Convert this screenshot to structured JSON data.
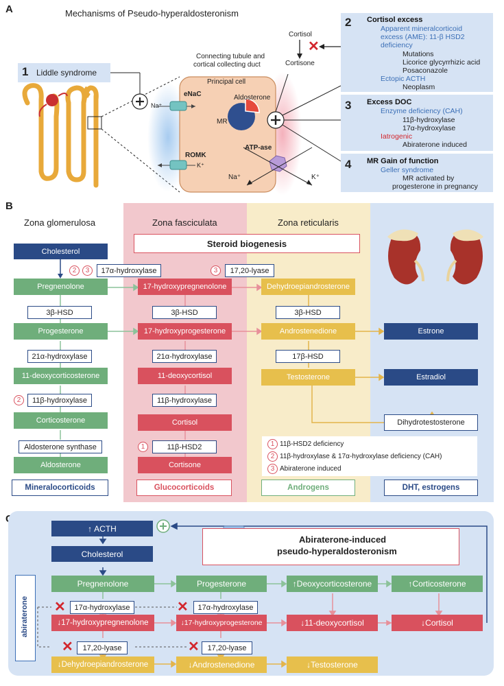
{
  "panelA": {
    "letter": "A",
    "title": "Mechanisms of Pseudo-hyperaldosteronism",
    "liddle": {
      "num": "1",
      "label": "Liddle syndrome"
    },
    "cell_caption_1": "Connecting tubule and",
    "cell_caption_2": "cortical collecting duct",
    "principal_cell": "Principal cell",
    "enac": "eNaC",
    "na_in": "Na⁺",
    "romk": "ROMK",
    "k_out": "K⁺",
    "aldosterone": "Aldosterone",
    "mr": "MR",
    "atpase": "ATP-ase",
    "na_plus": "Na⁺",
    "k_plus": "K⁺",
    "cortisol": "Cortisol",
    "cortisone": "Cortisone",
    "box2": {
      "num": "2",
      "head": "Cortisol excess",
      "l1": "Apparent mineralcorticoid",
      "l2": "excess (AME): 11-β HSD2",
      "l3": "deficiency",
      "l4": "Mutations",
      "l5": "Licorice glycyrrhizic acid",
      "l6": "Posaconazole",
      "l7": "Ectopic ACTH",
      "l8": "Neoplasm"
    },
    "box3": {
      "num": "3",
      "head": "Excess DOC",
      "l1": "Enzyme deficiency (CAH)",
      "l2": "11β-hydroxylase",
      "l3": "17α-hydroxylase",
      "l4": "Iatrogenic",
      "l5": "Abiraterone induced"
    },
    "box4": {
      "num": "4",
      "head": "MR Gain of function",
      "l1": "Geller syndrome",
      "l2": "MR activated by",
      "l3": "progesterone in pregnancy"
    }
  },
  "panelB": {
    "letter": "B",
    "zones": {
      "glom": "Zona glomerulosa",
      "fasc": "Zona fasciculata",
      "retic": "Zona reticularis"
    },
    "steroid": "Steroid biogenesis",
    "cholesterol": "Cholesterol",
    "hyd17": "17α-hydroxylase",
    "lyase": "17,20-lyase",
    "c1": "1",
    "c2": "2",
    "c3": "3",
    "g": [
      "Pregnenolone",
      "3β-HSD",
      "Progesterone",
      "21α-hydroxylase",
      "11-deoxycorticosterone",
      "11β-hydroxylase",
      "Corticosterone",
      "Aldosterone synthase",
      "Aldosterone"
    ],
    "f": [
      "17-hydroxypregnenolone",
      "3β-HSD",
      "17-hydroxyprogesterone",
      "21α-hydroxylase",
      "11-deoxycortisol",
      "11β-hydroxylase",
      "Cortisol",
      "11β-HSD2",
      "Cortisone"
    ],
    "r": [
      "Dehydroepiandrosterone",
      "3β-HSD",
      "Androstenedione",
      "17β-HSD",
      "Testosterone"
    ],
    "estrone": "Estrone",
    "estradiol": "Estradiol",
    "dht": "Dihydrotestosterone",
    "legend": [
      "11β-HSD2 deficiency",
      "11β-hydroxylase & 17α-hydroxylase deficiency (CAH)",
      "Abiraterone induced"
    ],
    "footers": {
      "glom": "Mineralocorticoids",
      "fasc": "Glucocorticoids",
      "retic": "Androgens",
      "dht": "DHT, estrogens"
    },
    "colors": {
      "green": "#6fae7b",
      "red": "#d9515e",
      "yellow": "#e7bf4c",
      "navy": "#2a4a86"
    }
  },
  "panelC": {
    "letter": "C",
    "acth": "ACTH",
    "cholesterol": "Cholesterol",
    "title1": "Abiraterone-induced",
    "title2": "pseudo-hyperaldosteronism",
    "abiraterone": "abiraterone",
    "row1": [
      "Pregnenolone",
      "Progesterone",
      "Deoxycorticosterone",
      "Corticosterone"
    ],
    "hyd": "17α-hydroxylase",
    "row2": [
      "17-hydroxypregnenolone",
      "17-hydroxyprogesterone",
      "11-deoxycortisol",
      "Cortisol"
    ],
    "lyase": "17,20-lyase",
    "row3": [
      "Dehydroepiandrosterone",
      "Androstenedione",
      "Testosterone"
    ],
    "up": "↑",
    "down": "↓"
  }
}
